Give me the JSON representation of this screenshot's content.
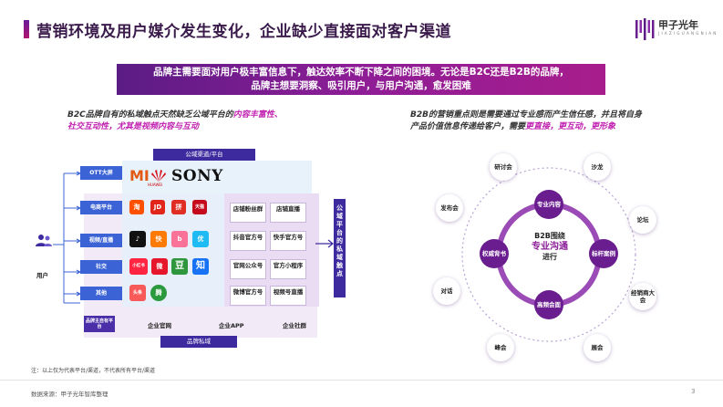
{
  "header": {
    "title": "营销环境及用户媒介发生变化，企业缺少直接面对客户渠道",
    "logo_text": "甲子光年",
    "logo_sub": "J I A Z I G U A N G N I A N"
  },
  "banner": {
    "line1": "品牌主需要面对用户极丰富信息下，触达效率不断下降之间的困境。无论是B2C还是B2B的品牌，",
    "line2": "品牌主想要洞察、吸引用户，与用户沟通，愈发困难"
  },
  "left_caption": {
    "line1_pre": "B2C品牌自有的私域触点天然缺乏公域平台的",
    "line1_hl": "内容丰富性、",
    "line2_hl": "社交互动性，尤其是视频内容与互动"
  },
  "right_caption": {
    "line1": "B2B的营销重点则是需要通过专业感而产生信任感，并且将自身",
    "line2_pre": "产品价值信息传递给客户，需要",
    "line2_hl": "更直接，更互动，更形象"
  },
  "left_diagram": {
    "public_label": "公域渠道/平台",
    "private_label": "品牌私域",
    "vertical_label": "公域平台的私域触点",
    "user_label": "用户",
    "categories": [
      "OTT大屏",
      "电商平台",
      "视频/直播",
      "社交",
      "其他"
    ],
    "ott_brands": {
      "mi": "MI",
      "huawei": "HUAWEI",
      "sony": "SONY"
    },
    "apps": {
      "taobao": "淘",
      "jd": "JD",
      "pdd": "拼",
      "tmall": "天猫",
      "douyin": "♪",
      "kuaishou": "快",
      "bilibili": "b",
      "youku": "优",
      "xiaohongshu": "小红书",
      "weibo": "微",
      "douban": "豆",
      "zhihu": "知",
      "toutiao": "头条",
      "tencent": "腾"
    },
    "chips": [
      [
        "店铺粉丝群",
        "店铺直播"
      ],
      [
        "抖音官方号",
        "快手官方号"
      ],
      [
        "官网公众号",
        "官方小程序"
      ],
      [
        "微博官方号",
        "视频号直播"
      ]
    ],
    "brand_own_label": "品牌主自有平台",
    "own_items": [
      "企业官网",
      "企业APP",
      "企业社群"
    ]
  },
  "right_diagram": {
    "center_top": "B2B围绕",
    "center_mid": "专业沟通",
    "center_bot": "进行",
    "inner": [
      "专业内容",
      "标杆案例",
      "高频会面",
      "权威背书"
    ],
    "outer": [
      "研讨会",
      "沙龙",
      "论坛",
      "经销商大会",
      "展会",
      "峰会",
      "对话",
      "发布会"
    ]
  },
  "footer": {
    "note": "注：以上仅为代表平台/渠道，不代表所有平台/渠道",
    "source": "数据来源：甲子光年智库整理",
    "page": "3"
  },
  "colors": {
    "accent_purple": "#6a1d8f",
    "banner_start": "#5b1c85",
    "highlight": "#c020b0",
    "category_blue": "#3b63d6",
    "label_indigo": "#3d2a9e"
  }
}
